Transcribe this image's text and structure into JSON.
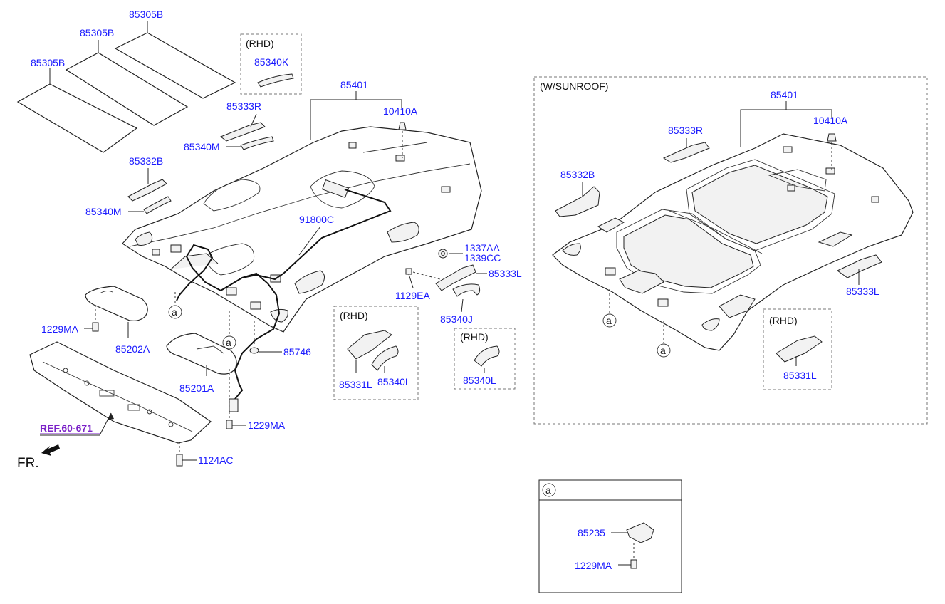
{
  "labels": {
    "pad_1": "85305B",
    "pad_2": "85305B",
    "pad_3": "85305B",
    "rhd_1": "(RHD)",
    "p_85340K": "85340K",
    "p_85333R": "85333R",
    "p_85340M_1": "85340M",
    "p_85332B": "85332B",
    "p_85340M_2": "85340M",
    "p_85401": "85401",
    "p_10410A": "10410A",
    "p_91800C": "91800C",
    "p_1337AA": "1337AA",
    "p_1339CC": "1339CC",
    "p_85333L": "85333L",
    "p_1129EA": "1129EA",
    "p_85340J": "85340J",
    "p_1229MA_1": "1229MA",
    "p_85202A": "85202A",
    "p_85746": "85746",
    "p_85201A": "85201A",
    "p_1229MA_2": "1229MA",
    "p_1124AC": "1124AC",
    "ref": "REF.60-671",
    "fr": "FR.",
    "rhd_2": "(RHD)",
    "p_85331L_1": "85331L",
    "p_85340L_1": "85340L",
    "rhd_3": "(RHD)",
    "p_85340L_2": "85340L",
    "sunroof": "(W/SUNROOF)",
    "sr_85401": "85401",
    "sr_10410A": "10410A",
    "sr_85333R": "85333R",
    "sr_85332B": "85332B",
    "sr_85333L": "85333L",
    "rhd_4": "(RHD)",
    "sr_85331L": "85331L",
    "detail_85235": "85235",
    "detail_1229MA": "1229MA",
    "circ_a": "a"
  },
  "colors": {
    "part_label": "#1a1aff",
    "ref_label": "#7b22c8",
    "line": "#222222"
  }
}
